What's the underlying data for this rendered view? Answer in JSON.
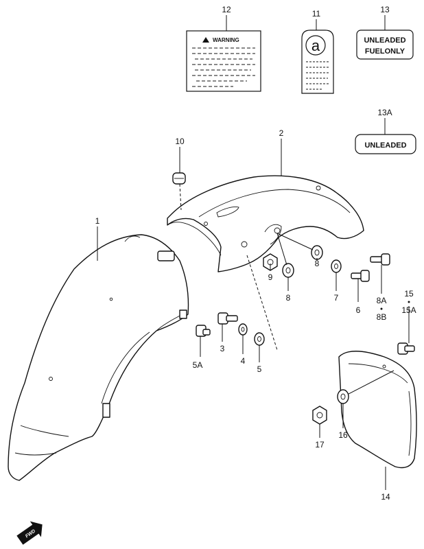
{
  "labels": {
    "warning_title": "WARNING",
    "decal_letter": "a",
    "unleaded_fuel_line1": "UNLEADED",
    "unleaded_fuel_line2": "FUELONLY",
    "unleaded": "UNLEADED",
    "fwd": "FWD"
  },
  "callouts": {
    "c1": "1",
    "c2": "2",
    "c3": "3",
    "c4": "4",
    "c5": "5",
    "c5a": "5A",
    "c6": "6",
    "c7": "7",
    "c8a": "8",
    "c8b": "8",
    "c8_sub_a": "8A",
    "c8_sub_b": "8B",
    "c9": "9",
    "c10": "10",
    "c11": "11",
    "c12": "12",
    "c13": "13",
    "c13a": "13A",
    "c14": "14",
    "c15": "15",
    "c15a": "15A",
    "c16": "16",
    "c17": "17"
  }
}
